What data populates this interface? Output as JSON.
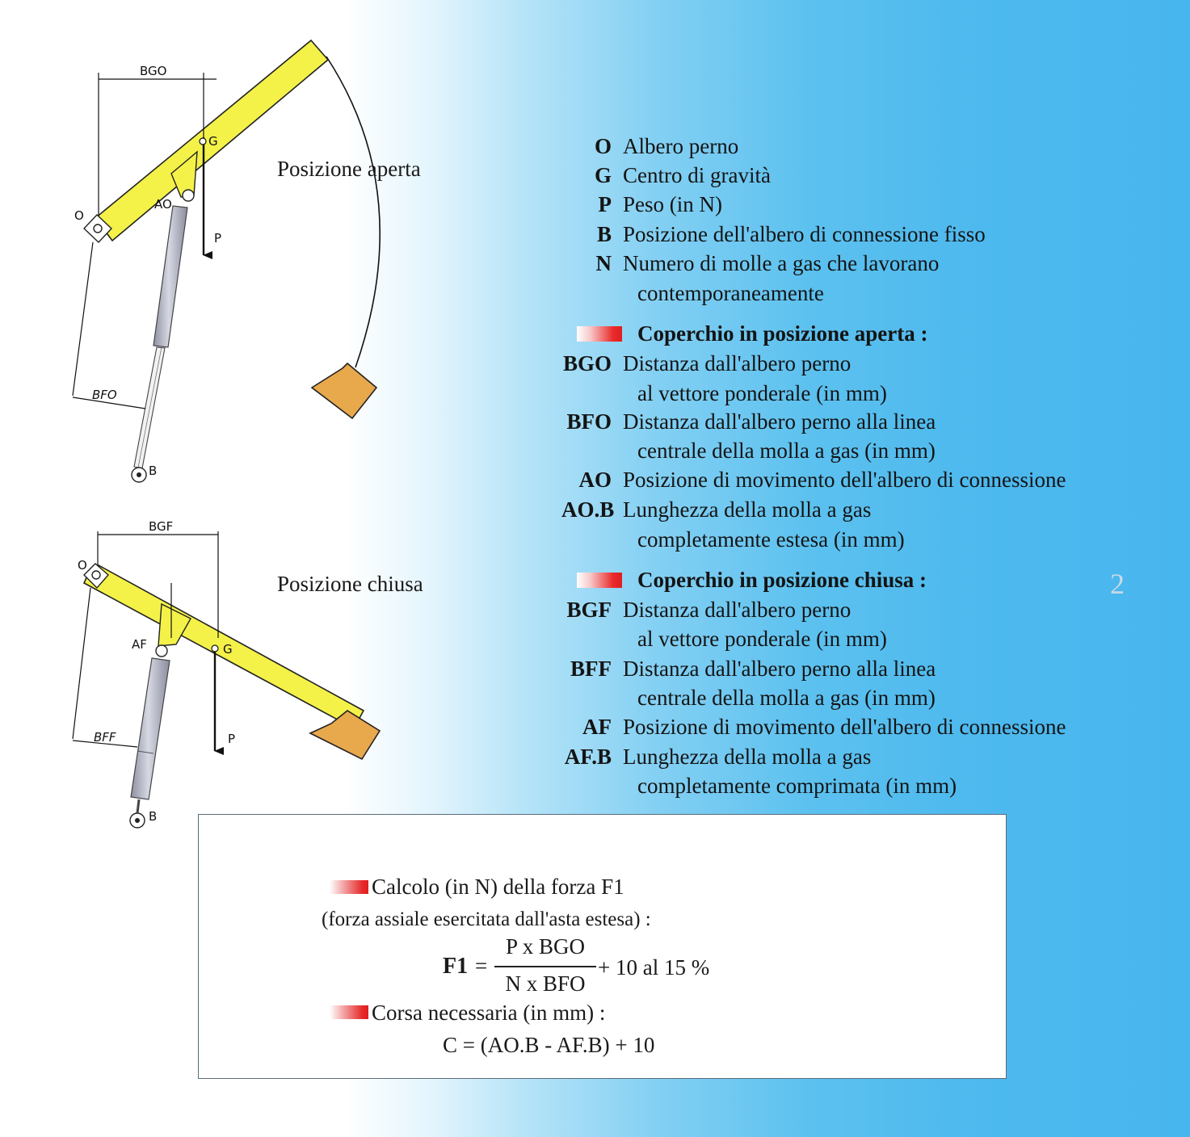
{
  "diagram": {
    "open": {
      "position_label": "Posizione aperta",
      "labels": {
        "BGO": "BGO",
        "G": "G",
        "O": "O",
        "AO": "AO",
        "P": "P",
        "BFO": "BFO",
        "B": "B"
      }
    },
    "closed": {
      "position_label": "Posizione chiusa",
      "labels": {
        "BGF": "BGF",
        "O": "O",
        "AF": "AF",
        "G": "G",
        "P": "P",
        "BFF": "BFF",
        "B": "B"
      }
    },
    "colors": {
      "lid": "#f4f249",
      "weight": "#e8a84c",
      "cylinder": "#b4b6c4",
      "marker": "#e62a2a"
    }
  },
  "legend": {
    "general": [
      {
        "key": "O",
        "text": "Albero perno"
      },
      {
        "key": "G",
        "text": "Centro di gravità"
      },
      {
        "key": "P",
        "text": "Peso (in N)"
      },
      {
        "key": "B",
        "text": "Posizione dell'albero di connessione fisso"
      },
      {
        "key": "N",
        "text": "Numero di molle a gas che lavorano",
        "cont": "contemporaneamente"
      }
    ],
    "open_heading": "Coperchio in posizione aperta :",
    "open": [
      {
        "key": "BGO",
        "text": "Distanza dall'albero perno",
        "cont": "al vettore ponderale (in mm)"
      },
      {
        "key": "BFO",
        "text": "Distanza dall'albero perno alla linea",
        "cont": "centrale della molla a gas (in mm)"
      },
      {
        "key": "AO",
        "text": "Posizione di movimento dell'albero di connessione"
      },
      {
        "key": "AO.B",
        "text": "Lunghezza della molla a gas",
        "cont": "completamente estesa (in mm)"
      }
    ],
    "closed_heading": "Coperchio in posizione chiusa :",
    "closed": [
      {
        "key": "BGF",
        "text": "Distanza dall'albero perno",
        "cont": "al vettore ponderale (in mm)"
      },
      {
        "key": "BFF",
        "text": "Distanza dall'albero perno alla linea",
        "cont": "centrale della molla a gas (in mm)"
      },
      {
        "key": "AF",
        "text": "Posizione di movimento dell'albero di connessione"
      },
      {
        "key": "AF.B",
        "text": "Lunghezza della molla a gas",
        "cont": "completamente comprimata (in mm)"
      }
    ],
    "scan_mark": "2"
  },
  "formulas": {
    "force_title": "Calcolo (in N) della forza F1",
    "force_subtitle": "(forza assiale esercitata dall'asta estesa)  :",
    "force_lhs": "F1",
    "force_eq": "=",
    "force_numerator": "P x BGO",
    "force_denominator": "N x BFO",
    "force_tail": "+ 10 al 15 %",
    "stroke_title": "Corsa necessaria (in mm)  :",
    "stroke_formula": "C = (AO.B - AF.B) + 10"
  }
}
